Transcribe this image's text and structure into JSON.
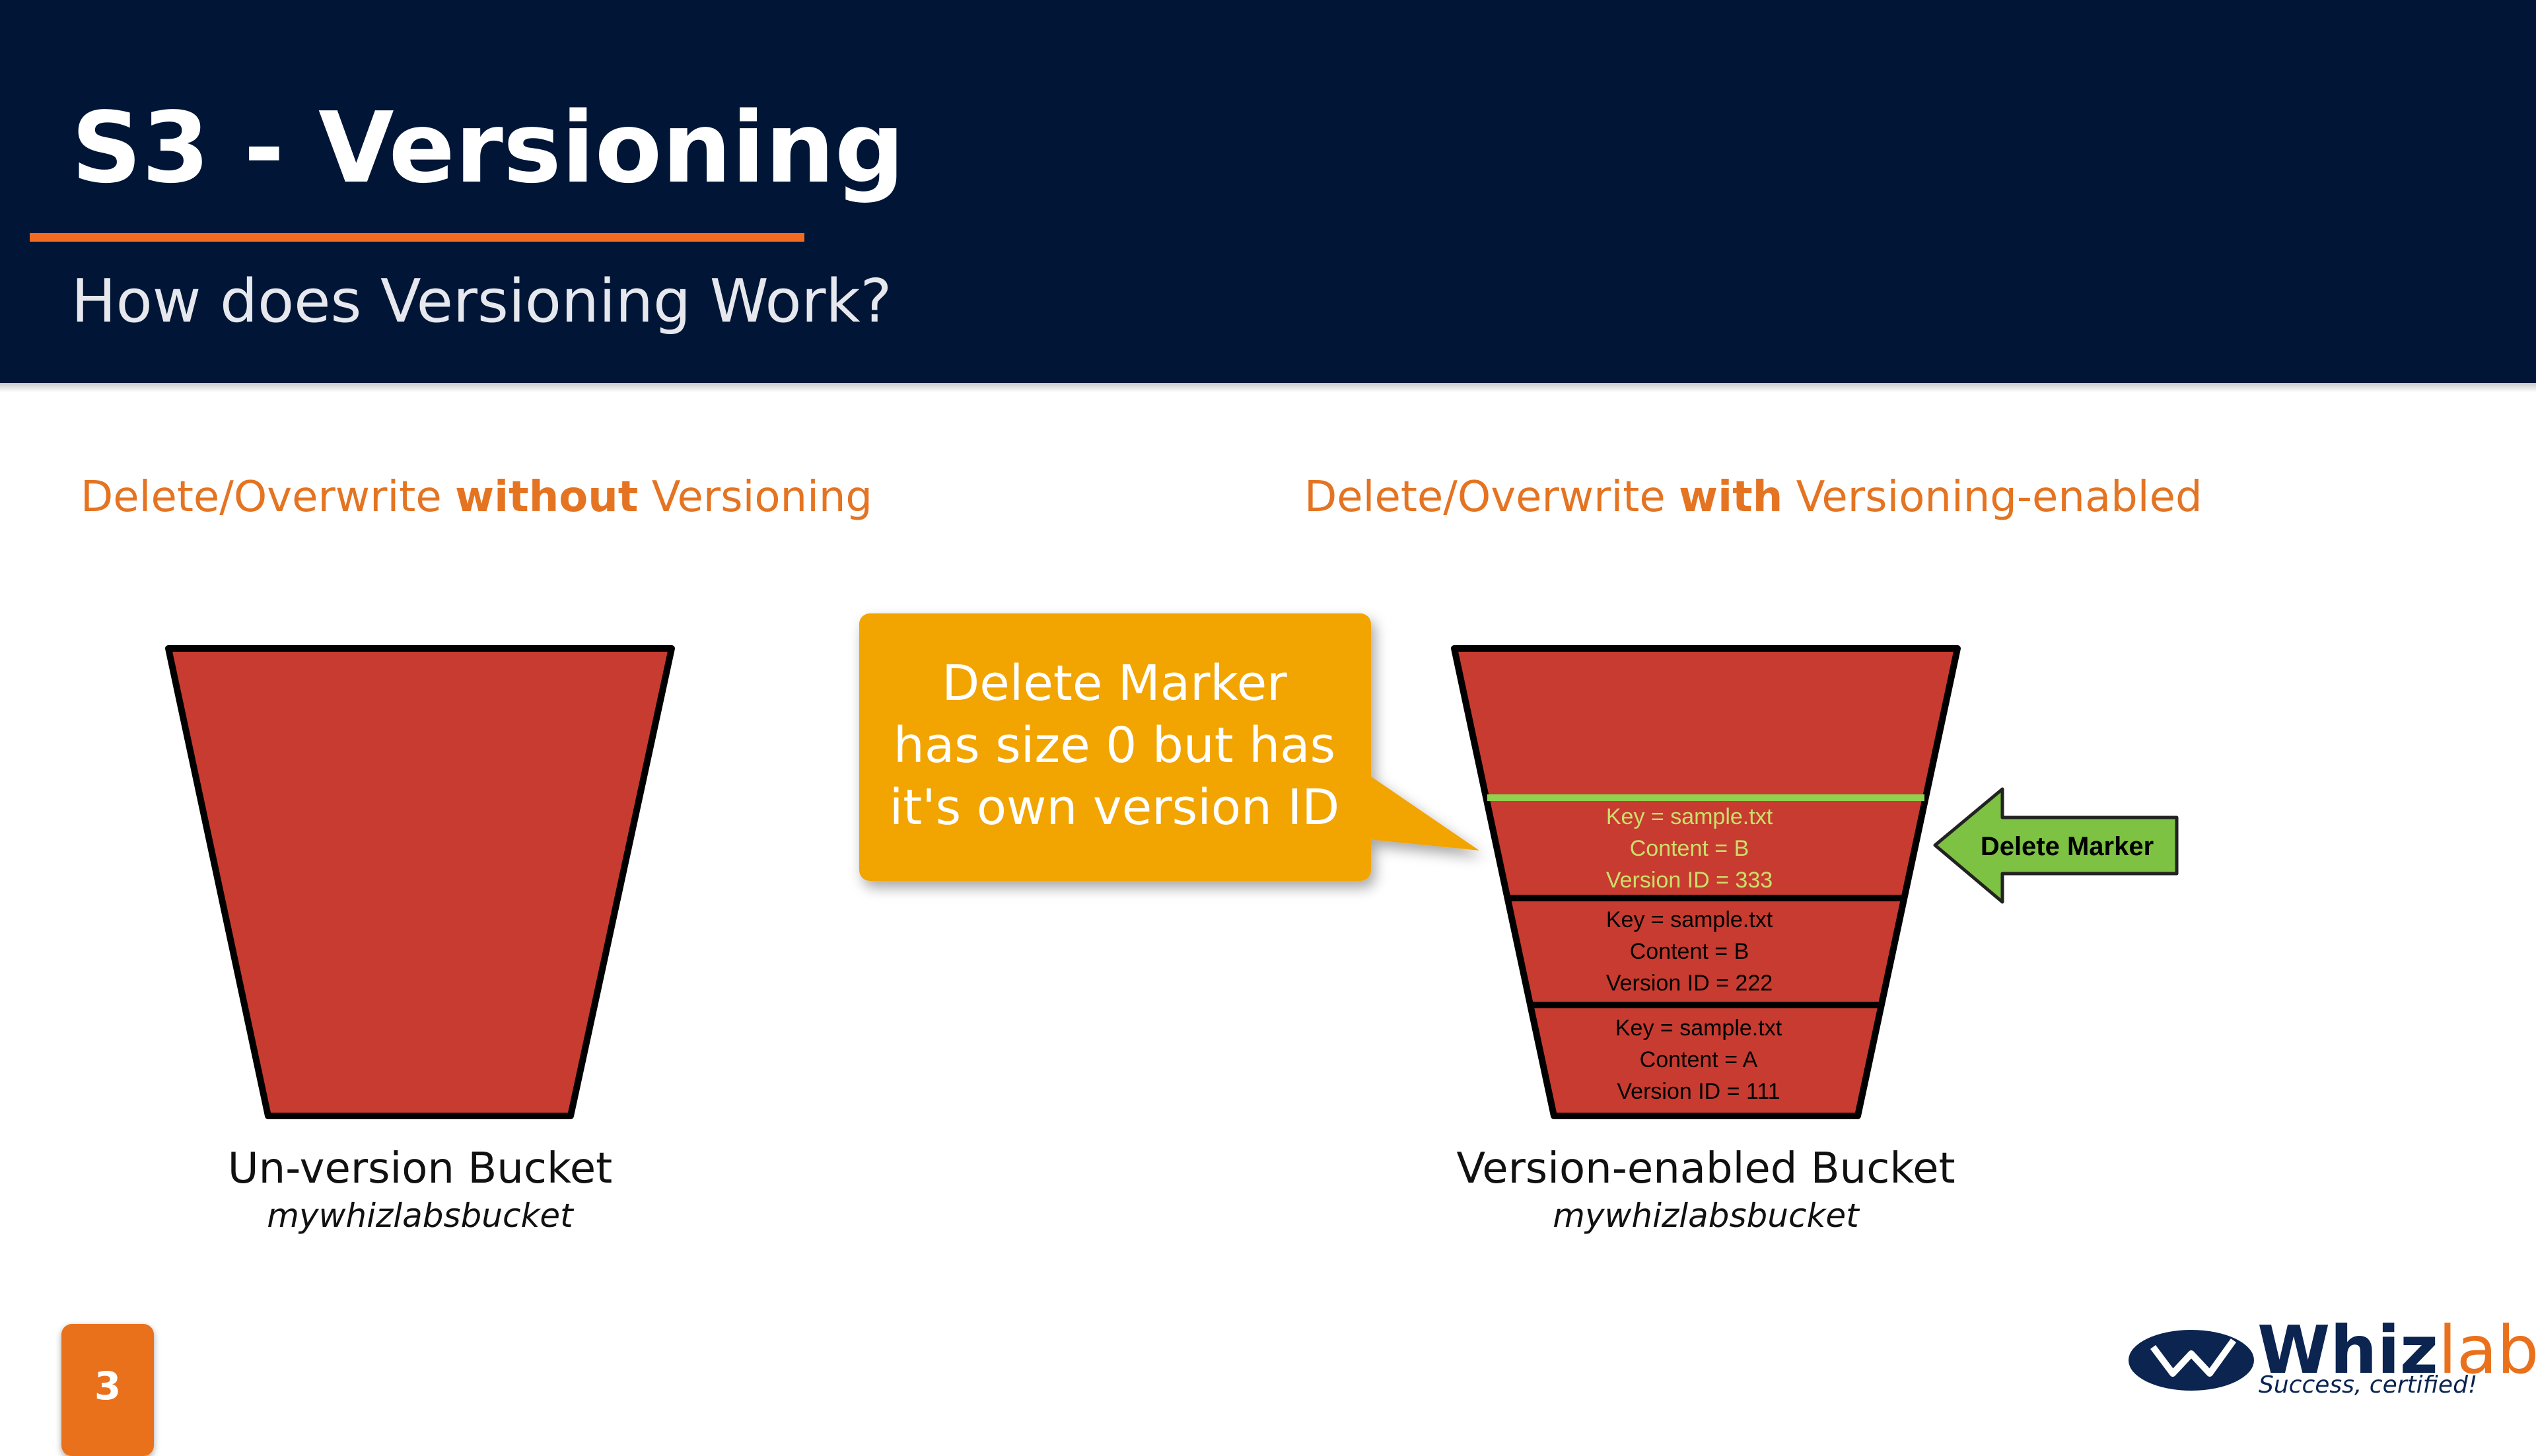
{
  "header": {
    "title": "S3 - Versioning",
    "subtitle": "How does Versioning Work?"
  },
  "left": {
    "heading_pre": "Delete/Overwrite ",
    "heading_bold": "without",
    "heading_post": " Versioning",
    "bucket_label": "Un-version Bucket",
    "bucket_name": "mywhizlabsbucket"
  },
  "right": {
    "heading_pre": "Delete/Overwrite ",
    "heading_bold": "with",
    "heading_post": " Versioning-enabled",
    "bucket_label": "Version-enabled Bucket",
    "bucket_name": "mywhizlabsbucket",
    "versions": [
      {
        "key": "Key = sample.txt",
        "content": "Content = B",
        "version": "Version ID = 333",
        "text_color": "#c9e06a"
      },
      {
        "key": "Key = sample.txt",
        "content": "Content = B",
        "version": "Version ID = 222",
        "text_color": "#000000"
      },
      {
        "key": "Key = sample.txt",
        "content": "Content = A",
        "version": "Version ID = 111",
        "text_color": "#000000"
      }
    ],
    "delete_marker_label": "Delete Marker"
  },
  "callout": {
    "line1": "Delete Marker",
    "line2": "has size 0 but has",
    "line3": "it's own version ID"
  },
  "footer": {
    "page_number": "3",
    "logo_main": "Whiz",
    "logo_accent": "labs",
    "logo_tagline": "Success, certified!"
  },
  "colors": {
    "header_bg": "#011637",
    "accent_orange": "#e47422",
    "bucket_red": "#c83b30",
    "callout_yellow": "#f2a400",
    "marker_green": "#7dc242"
  }
}
